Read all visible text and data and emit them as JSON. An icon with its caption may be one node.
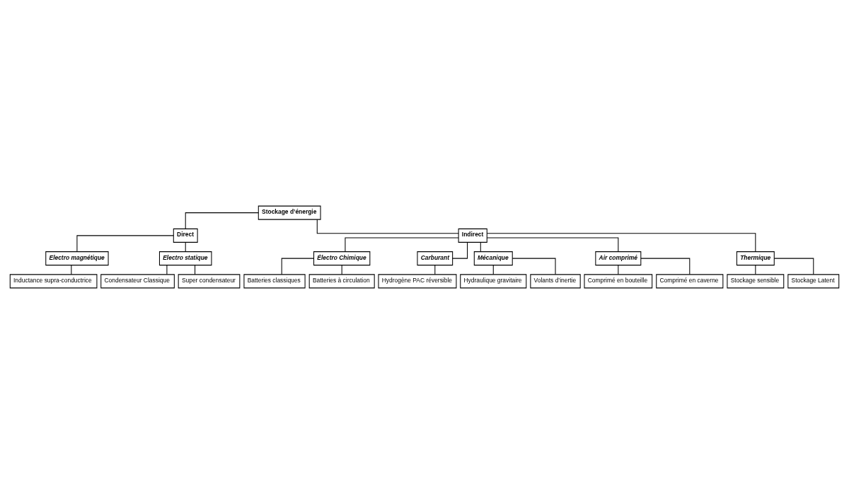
{
  "diagram": {
    "nodes": [
      {
        "text": [
          "Stockage d’énergie"
        ]
      },
      {
        "text": [
          "Direct"
        ]
      },
      {
        "text": [
          "Indirect"
        ]
      },
      {
        "text": [
          "Electro magnétique"
        ]
      },
      {
        "text": [
          "Electro statique"
        ]
      },
      {
        "text": [
          "Électro Chimique"
        ]
      },
      {
        "text": [
          "Carburant"
        ]
      },
      {
        "text": [
          "Mécanique"
        ]
      },
      {
        "text": [
          "Air comprimé"
        ]
      },
      {
        "text": [
          "Thermique"
        ]
      },
      {
        "text": [
          "Inductance supra-conductrice"
        ]
      },
      {
        "text": [
          "Condensateur Classique"
        ]
      },
      {
        "text": [
          "Super condensateur"
        ]
      },
      {
        "text": [
          "Batteries classiques"
        ]
      },
      {
        "text": [
          "Batteries à circulation"
        ]
      },
      {
        "text": [
          "Hydrogène PAC réversible"
        ]
      },
      {
        "text": [
          "Hydraulique gravitaire"
        ]
      },
      {
        "text": [
          "Volants d’inertie"
        ]
      },
      {
        "text": [
          "Comprimé en bouteille"
        ]
      },
      {
        "text": [
          "Comprimé en caverne"
        ]
      },
      {
        "text": [
          "Stockage sensible"
        ]
      },
      {
        "text": [
          "Stockage Latent"
        ]
      }
    ],
    "edges": [
      {
        "from": 0,
        "to": 1,
        "arrow": "none"
      },
      {
        "from": 0,
        "to": 2,
        "arrow": "none"
      },
      {
        "from": 1,
        "to": 3,
        "arrow": "none"
      },
      {
        "from": 1,
        "to": 4,
        "arrow": "none"
      },
      {
        "from": 2,
        "to": 5,
        "arrow": "none"
      },
      {
        "from": 2,
        "to": 6,
        "arrow": "none"
      },
      {
        "from": 2,
        "to": 7,
        "arrow": "none"
      },
      {
        "from": 2,
        "to": 8,
        "arrow": "none"
      },
      {
        "from": 2,
        "to": 9,
        "arrow": "none"
      },
      {
        "from": 3,
        "to": 10,
        "arrow": "none"
      },
      {
        "from": 4,
        "to": 11,
        "arrow": "none"
      },
      {
        "from": 4,
        "to": 12,
        "arrow": "none"
      },
      {
        "from": 5,
        "to": 13,
        "arrow": "none"
      },
      {
        "from": 5,
        "to": 14,
        "arrow": "none"
      },
      {
        "from": 6,
        "to": 15,
        "arrow": "none"
      },
      {
        "from": 7,
        "to": 16,
        "arrow": "none"
      },
      {
        "from": 7,
        "to": 17,
        "arrow": "none"
      },
      {
        "from": 8,
        "to": 18,
        "arrow": "none"
      },
      {
        "from": 8,
        "to": 19,
        "arrow": "none"
      },
      {
        "from": 9,
        "to": 20,
        "arrow": "none"
      },
      {
        "from": 9,
        "to": 21,
        "arrow": "none"
      }
    ]
  }
}
